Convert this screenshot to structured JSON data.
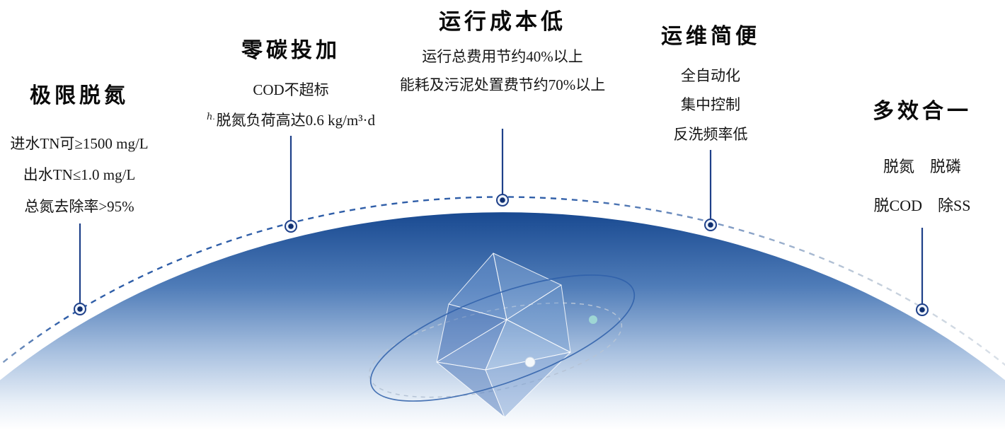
{
  "features": [
    {
      "title": "极限脱氮",
      "lines": [
        "进水TN可≥1500 mg/L",
        "出水TN≤1.0 mg/L",
        "总氮去除率>95%"
      ]
    },
    {
      "title": "零碳投加",
      "artifact": "ℎ.",
      "lines": [
        "COD不超标",
        "脱氮负荷高达0.6 kg/m³·d"
      ]
    },
    {
      "title": "运行成本低",
      "lines": [
        "运行总费用节约40%以上",
        "能耗及污泥处置费节约70%以上"
      ]
    },
    {
      "title": "运维简便",
      "lines": [
        "全自动化",
        "集中控制",
        "反洗频率低"
      ]
    },
    {
      "title": "多效合一",
      "lines": [
        "脱氮　脱磷",
        "脱COD　除SS"
      ]
    }
  ],
  "colors": {
    "accent": "#1e4089",
    "dome_top": "#16478f",
    "arc_light": "#c9d3df",
    "teal_dot": "#9ed6d4"
  }
}
